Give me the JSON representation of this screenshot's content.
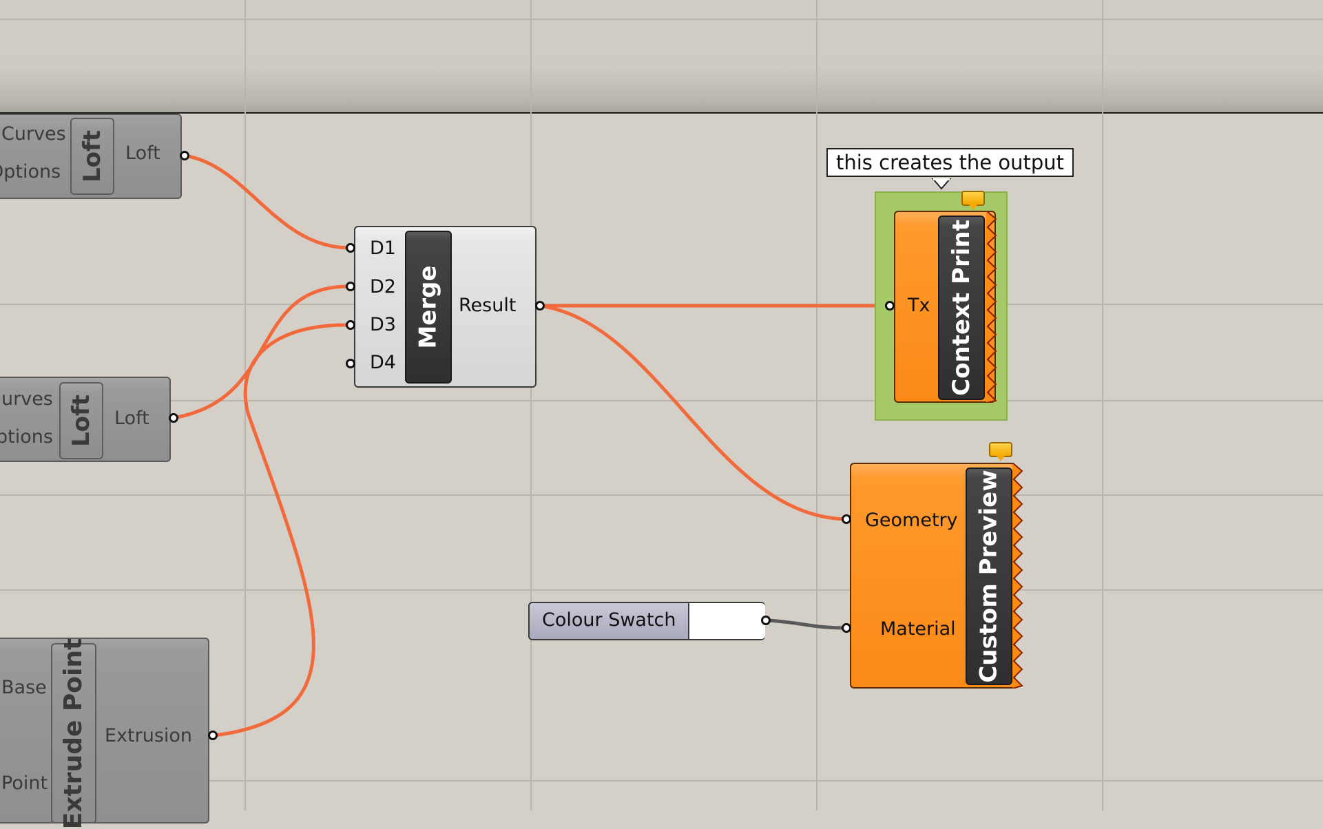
{
  "tooltip": {
    "text": "this creates the output"
  },
  "components": {
    "loft1": {
      "inputs": [
        "Curves",
        "Options"
      ],
      "name": "Loft",
      "output": "Loft"
    },
    "loft2": {
      "inputs": [
        "urves",
        "ptions"
      ],
      "name": "Loft",
      "output": "Loft"
    },
    "extrude": {
      "inputs": [
        "Base",
        "Point"
      ],
      "name": "Extrude Point",
      "output": "Extrusion"
    },
    "merge": {
      "inputs": [
        "D1",
        "D2",
        "D3",
        "D4"
      ],
      "name": "Merge",
      "output": "Result"
    },
    "context_print": {
      "input": "Tx",
      "name": "Context Print"
    },
    "custom_preview": {
      "inputs": [
        "Geometry",
        "Material"
      ],
      "name": "Custom Preview"
    },
    "colour_swatch": {
      "name": "Colour Swatch",
      "value": "#ffffff"
    }
  },
  "colors": {
    "canvas": "#d4d0c8",
    "wire": "#f26a3c",
    "wire_dark": "#5a5a5a",
    "orange_component": "#fb8a17",
    "group": "#a6c96a"
  },
  "icons": [
    "message-bubble-icon",
    "zigzag-preview-edge-icon"
  ]
}
